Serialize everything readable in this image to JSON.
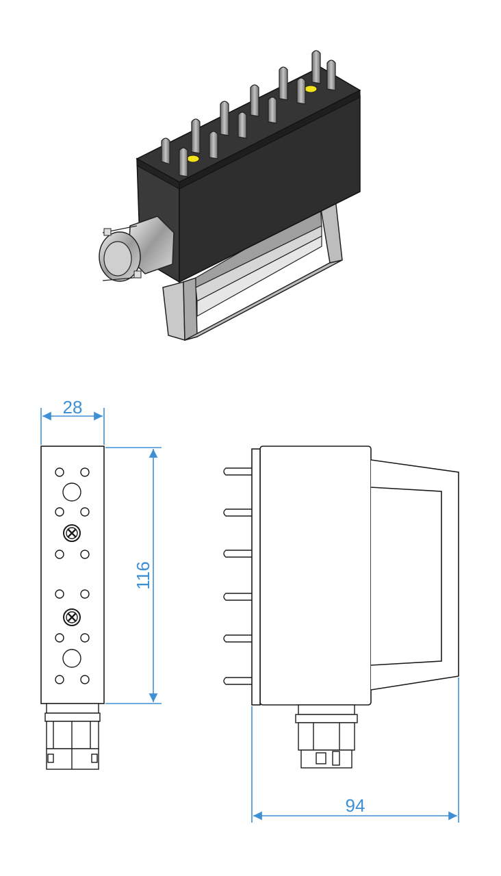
{
  "colors": {
    "dimension": "#3d8fd6",
    "outline": "#1a1a1a",
    "body_dark": "#2b2b2b",
    "handle_gray": "#b8b8b8",
    "pin_gray": "#8a8a8a",
    "marker_yellow": "#f2e21a"
  },
  "dimensions": {
    "width_label": "28",
    "height_label": "116",
    "length_label": "94"
  }
}
